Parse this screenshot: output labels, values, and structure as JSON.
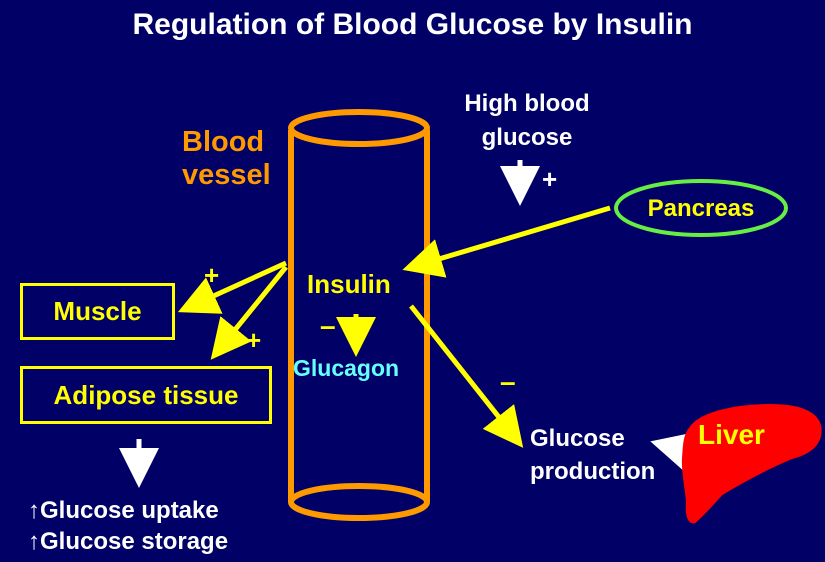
{
  "title": "Regulation of Blood Glucose by Insulin",
  "vessel_label": [
    "Blood",
    "vessel"
  ],
  "stimulus": {
    "label": [
      "High blood",
      "glucose"
    ],
    "sign": "+"
  },
  "pancreas": "Pancreas",
  "insulin": "Insulin",
  "glucagon": {
    "label": "Glucagon",
    "sign": "–"
  },
  "targets": {
    "muscle": "Muscle",
    "adipose": "Adipose tissue",
    "muscle_sign": "+",
    "adipose_sign": "+"
  },
  "effects": {
    "uptake": "↑Glucose uptake",
    "storage": "↑Glucose storage"
  },
  "liver": {
    "label": "Liver",
    "production": [
      "Glucose",
      "production"
    ],
    "sign": "–"
  },
  "colors": {
    "background": "#000066",
    "vessel": "#ff9900",
    "arrow": "#ffff00",
    "pancreas_outline": "#66ee44",
    "liver_fill": "#ff0000",
    "glucagon": "#66ffff"
  },
  "icons": [
    "down-arrow-icon",
    "left-arrow-icon",
    "liver-shape-icon"
  ]
}
